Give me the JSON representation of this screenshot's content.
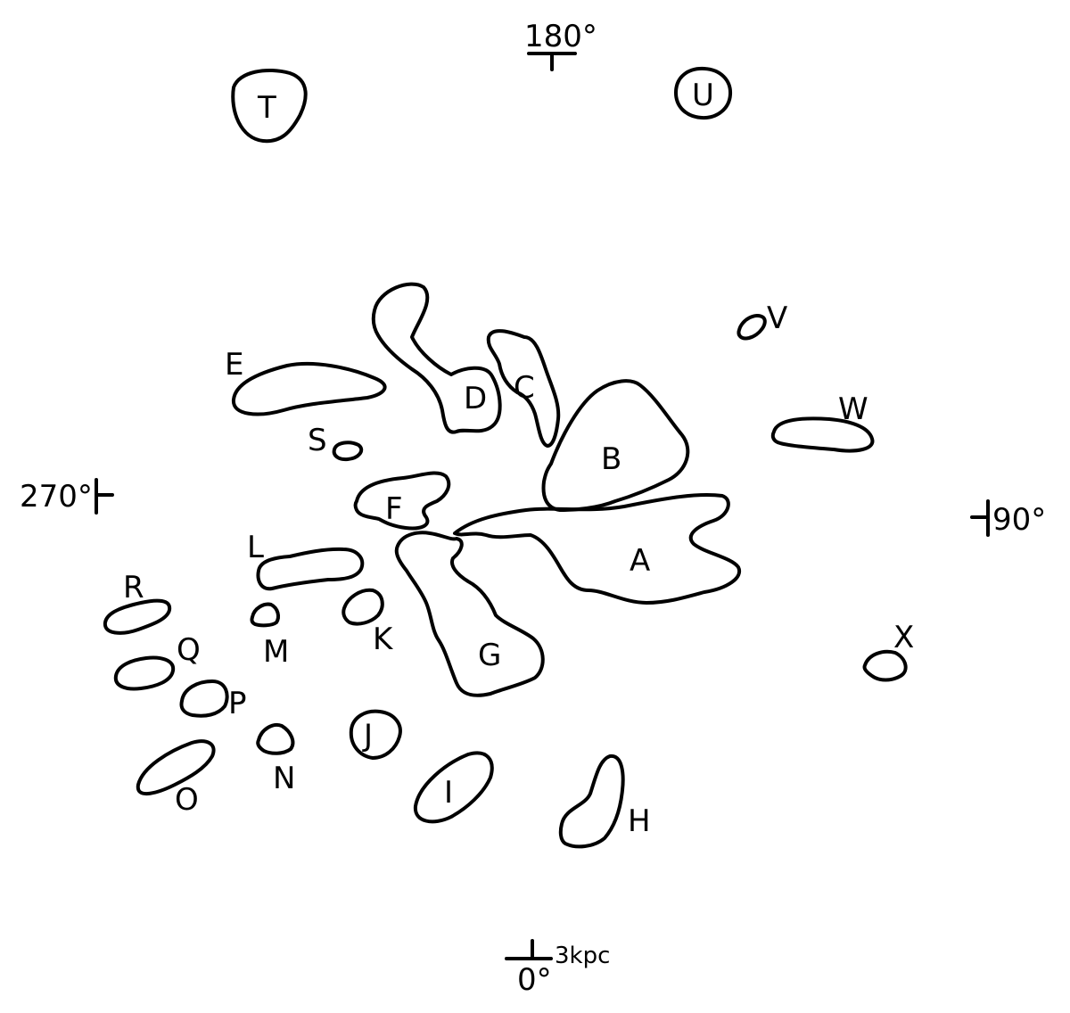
{
  "labels": {
    "A": "A",
    "B": "B",
    "C": "C",
    "D": "D",
    "E": "E",
    "F": "F",
    "G": "G",
    "H": "H",
    "I": "I",
    "J": "J",
    "K": "K",
    "L": "L",
    "M": "M",
    "N": "N",
    "O": "O",
    "P": "P",
    "Q": "Q",
    "R": "R",
    "S": "S",
    "T": "T",
    "U": "U",
    "V": "V",
    "W": "W",
    "X": "X"
  },
  "axes": {
    "top": "180°",
    "left": "270°",
    "right": "90°",
    "bottom": "0°"
  },
  "scale": "3kpc",
  "colors": {
    "ink": "#000000",
    "background": "#ffffff"
  }
}
